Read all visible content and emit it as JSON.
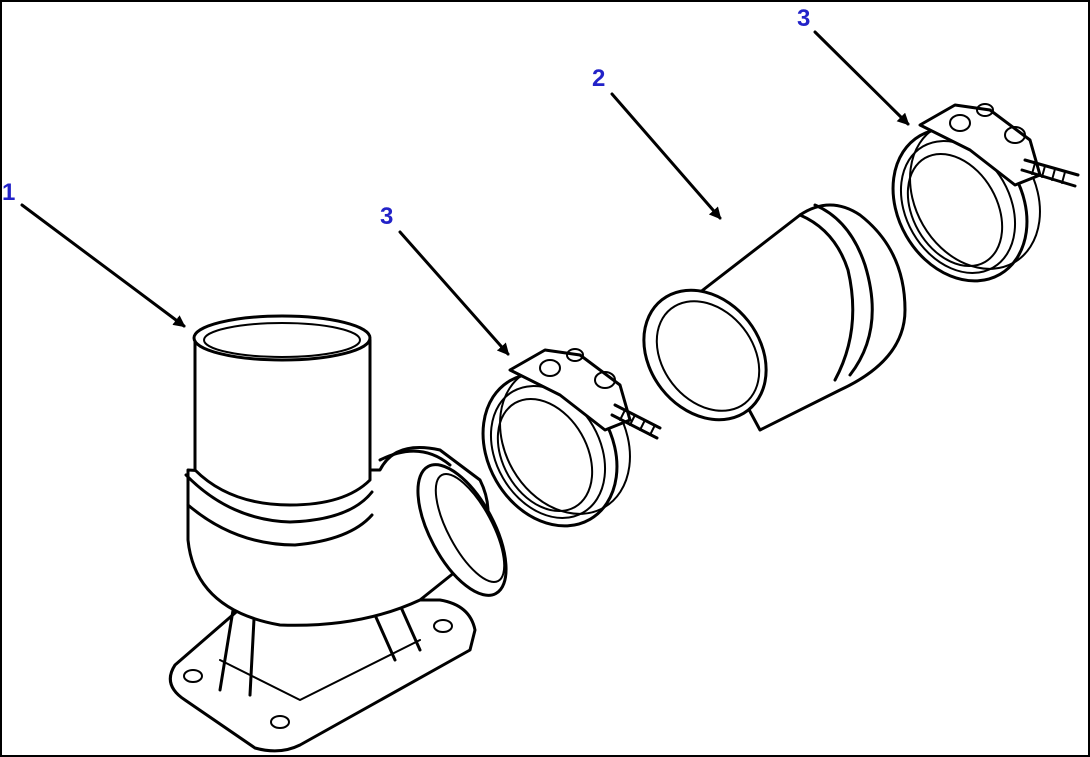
{
  "diagram": {
    "callouts": [
      {
        "id": "callout-1",
        "label": "1"
      },
      {
        "id": "callout-2",
        "label": "2"
      },
      {
        "id": "callout-3a",
        "label": "3"
      },
      {
        "id": "callout-3b",
        "label": "3"
      }
    ],
    "colors": {
      "callout_text": "#2222c8",
      "linework": "#000000",
      "background": "#ffffff"
    }
  }
}
